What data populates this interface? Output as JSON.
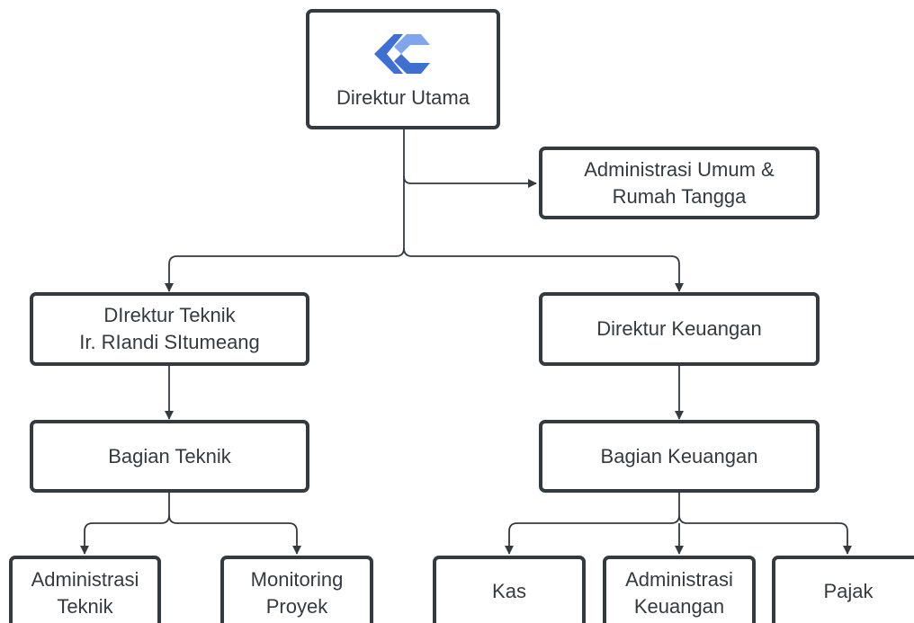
{
  "colors": {
    "stroke": "#333a40",
    "text": "#333a40",
    "logo_dark": "#3f6fd0",
    "logo_light": "#7fa6ea"
  },
  "nodes": {
    "direktur_utama": {
      "lines": [
        "Direktur Utama"
      ],
      "icon": "company-logo-icon"
    },
    "admin_umum": {
      "lines": [
        "Administrasi Umum &",
        "Rumah Tangga"
      ]
    },
    "direktur_teknik": {
      "lines": [
        "DIrektur Teknik",
        "Ir. RIandi SItumeang"
      ]
    },
    "direktur_keuangan": {
      "lines": [
        "Direktur Keuangan"
      ]
    },
    "bagian_teknik": {
      "lines": [
        "Bagian Teknik"
      ]
    },
    "bagian_keuangan": {
      "lines": [
        "Bagian Keuangan"
      ]
    },
    "admin_teknik": {
      "lines": [
        "Administrasi",
        "Teknik"
      ]
    },
    "monitoring_proyek": {
      "lines": [
        "Monitoring",
        "Proyek"
      ]
    },
    "kas": {
      "lines": [
        "Kas"
      ]
    },
    "admin_keuangan": {
      "lines": [
        "Administrasi",
        "Keuangan"
      ]
    },
    "pajak": {
      "lines": [
        "Pajak"
      ]
    }
  }
}
